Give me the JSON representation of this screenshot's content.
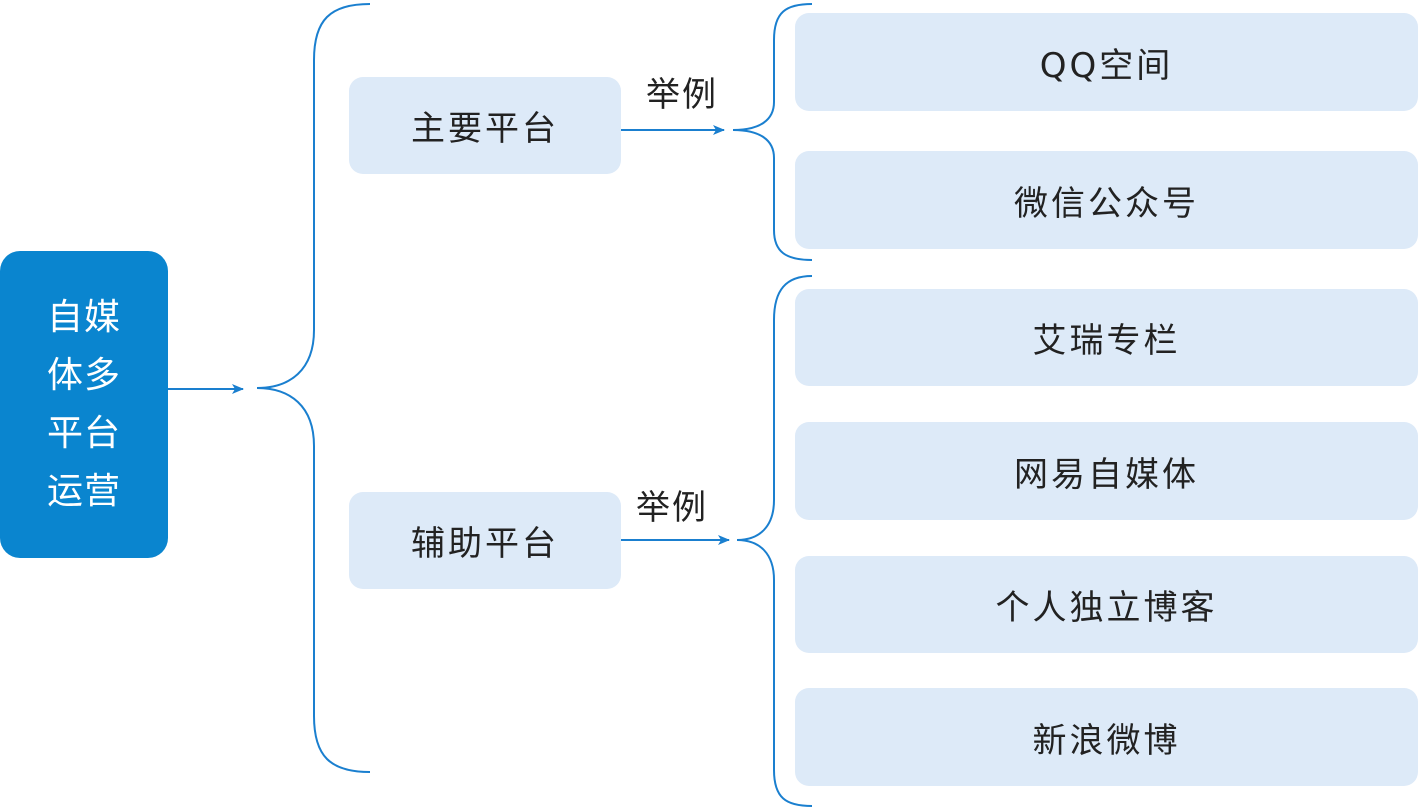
{
  "root": {
    "lines": [
      "自媒",
      "体多",
      "平台",
      "运营"
    ]
  },
  "branches": [
    {
      "label": "主要平台",
      "connector": "举例",
      "items": [
        "QQ空间",
        "微信公众号"
      ]
    },
    {
      "label": "辅助平台",
      "connector": "举例",
      "items": [
        "艾瑞专栏",
        "网易自媒体",
        "个人独立博客",
        "新浪微博"
      ]
    }
  ],
  "colors": {
    "root_fill": "#0a85cf",
    "box_fill": "#ddeaf8",
    "line": "#1a7fcf",
    "text": "#222222"
  }
}
